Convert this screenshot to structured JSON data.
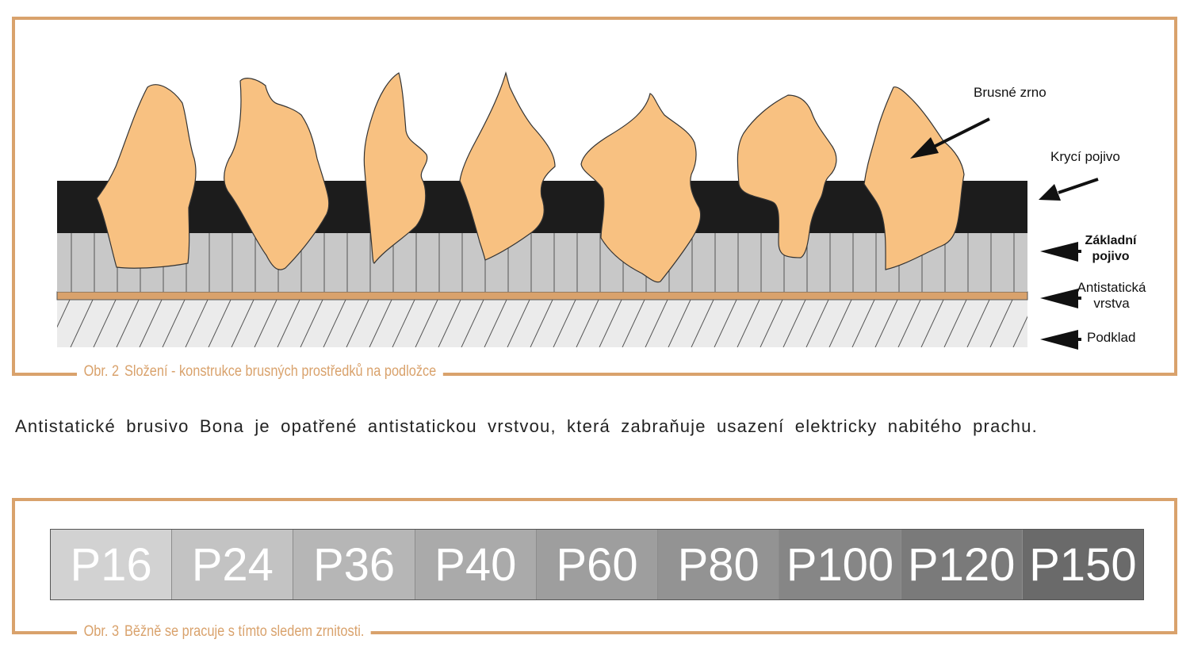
{
  "figure2": {
    "caption_number": "Obr. 2",
    "caption_text": "Složení - konstrukce brusných prostředků na podložce",
    "labels": {
      "grain": "Brusné zrno",
      "cover_binder": "Krycí pojivo",
      "base_binder_line1": "Základní",
      "base_binder_line2": "pojivo",
      "antistatic_line1": "Antistatická",
      "antistatic_line2": "vrstva",
      "substrate": "Podklad"
    },
    "colors": {
      "frame": "#d9a26c",
      "grain": "#f8c181",
      "cover_binder": "#1c1c1c",
      "base_binder": "#c8c8c8",
      "antistatic": "#d9a26c",
      "substrate": "#ebebeb"
    }
  },
  "body_text": "Antistatické brusivo Bona je opatřené antistatickou vrstvou, která zabraňuje usazení elektricky nabitého prachu.",
  "figure3": {
    "caption_number": "Obr. 3",
    "caption_text": "Běžně se pracuje s tímto sledem zrnitosti.",
    "grits": [
      {
        "label": "P16",
        "color": "#d2d2d2"
      },
      {
        "label": "P24",
        "color": "#c3c3c3"
      },
      {
        "label": "P36",
        "color": "#b6b6b6"
      },
      {
        "label": "P40",
        "color": "#aaaaaa"
      },
      {
        "label": "P60",
        "color": "#9e9e9e"
      },
      {
        "label": "P80",
        "color": "#939393"
      },
      {
        "label": "P100",
        "color": "#868686"
      },
      {
        "label": "P120",
        "color": "#7a7a7a"
      },
      {
        "label": "P150",
        "color": "#6a6a6a"
      }
    ]
  }
}
